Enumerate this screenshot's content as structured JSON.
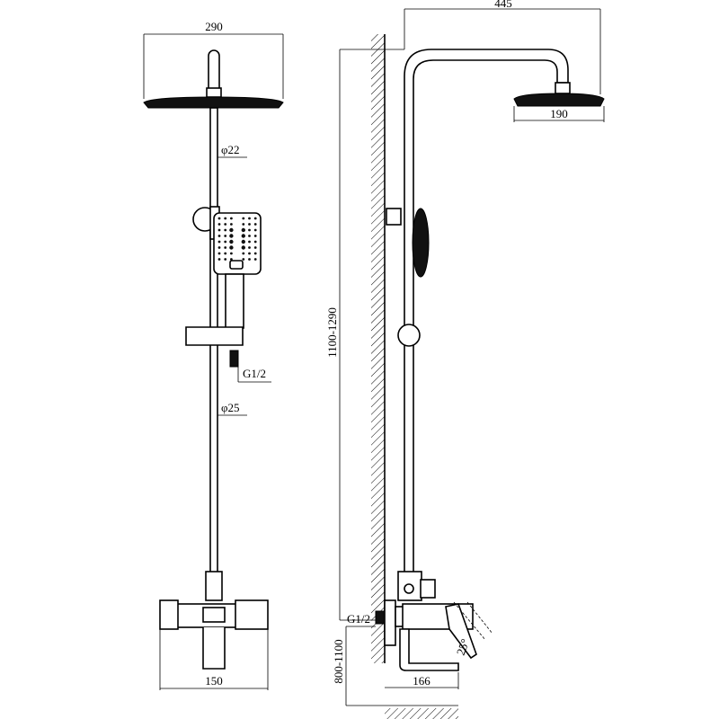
{
  "front_view": {
    "head_width": "290",
    "upper_pipe_diameter": "φ22",
    "hose_thread": "G1/2",
    "lower_pipe_diameter": "φ25",
    "mixer_width": "150"
  },
  "side_view": {
    "arm_reach": "445",
    "head_diameter": "190",
    "height_range": "1100-1290",
    "inlet_thread": "G1/2",
    "lever_angle": "25°",
    "spout_reach": "166",
    "mount_height": "800-1100"
  }
}
